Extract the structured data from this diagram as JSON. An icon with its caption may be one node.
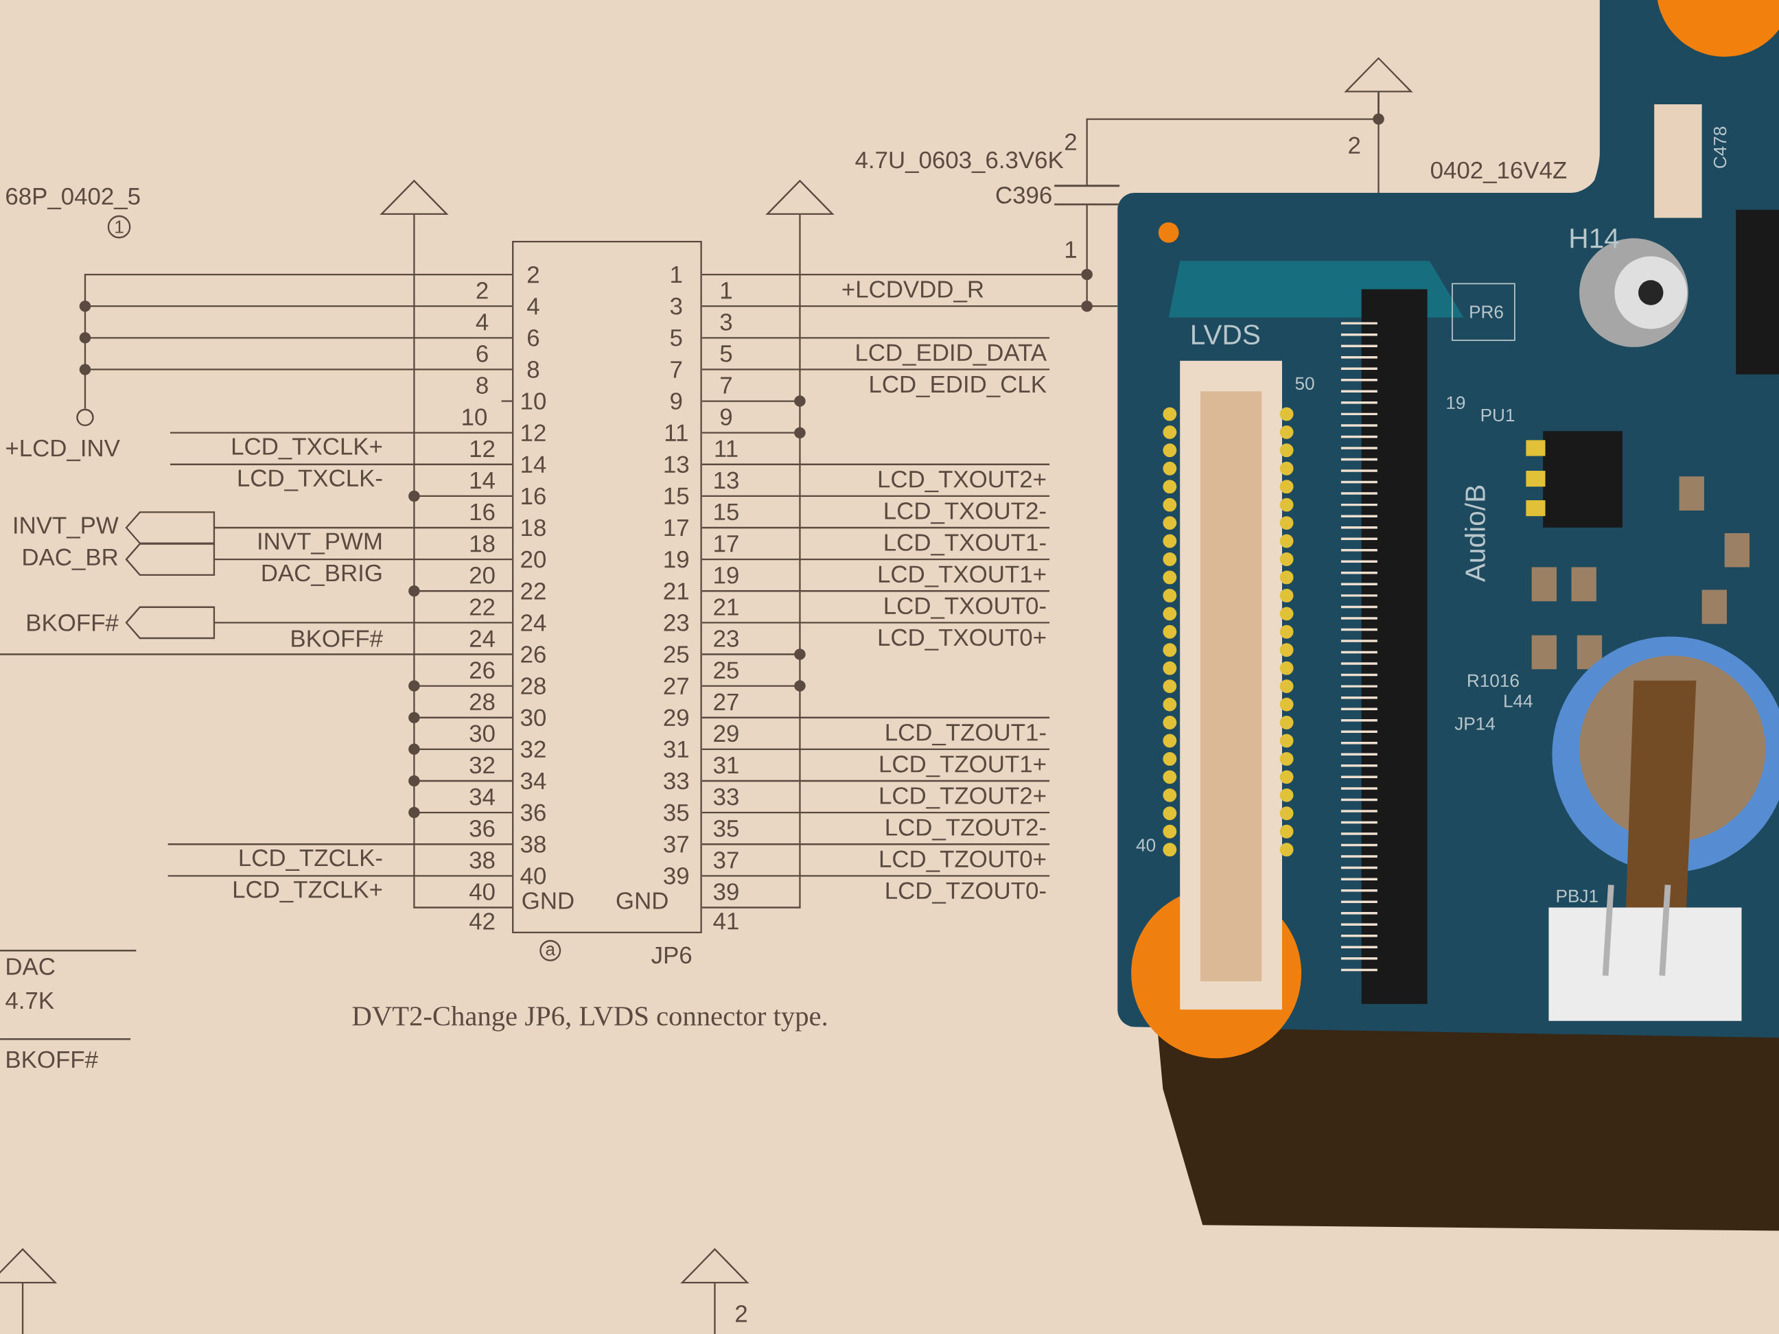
{
  "diagram": {
    "nodes": [
      {
        "text": [
          "JP6"
        ],
        "beside": [
          "a"
        ]
      },
      {
        "text": [],
        "shape": "triangle"
      },
      {
        "text": [],
        "shape": "triangle"
      },
      {
        "text": [
          "2",
          "4.7U_0603_6.3V6K",
          "C396",
          "1"
        ]
      },
      {
        "text": [],
        "shape": "triangle"
      },
      {
        "text": [
          "+LCD_INV"
        ]
      },
      {
        "text": [
          "INVT_PW"
        ]
      },
      {
        "text": [
          "DAC_BR"
        ]
      },
      {
        "text": [
          "BKOFF#"
        ]
      },
      {
        "text": [],
        "shape": "triangle"
      },
      {
        "text": [],
        "shape": "triangle"
      }
    ],
    "edges": [
      {
        "from": 0,
        "to": 3,
        "arrow": "none",
        "label": "+LCDVDD_R"
      },
      {
        "from": 0,
        "to": null,
        "arrow": "none"
      },
      {
        "from": 3,
        "to": 4,
        "arrow": "none"
      },
      {
        "from": 4,
        "to": null,
        "arrow": "none"
      },
      {
        "from": 1,
        "to": 0,
        "arrow": "none"
      },
      {
        "from": 2,
        "to": 0,
        "arrow": "none"
      },
      {
        "from": 5,
        "to": 0,
        "arrow": "none"
      },
      {
        "from": 0,
        "to": null,
        "arrow": "none",
        "label": "LCD_EDID_DATA"
      },
      {
        "from": 0,
        "to": null,
        "arrow": "none",
        "label": "LCD_EDID_CLK"
      },
      {
        "from": 0,
        "to": null,
        "arrow": "none",
        "label": "LCD_TXOUT2+"
      },
      {
        "from": 0,
        "to": null,
        "arrow": "none",
        "label": "LCD_TXOUT2-"
      },
      {
        "from": 0,
        "to": null,
        "arrow": "none",
        "label": "LCD_TXOUT1-"
      },
      {
        "from": 0,
        "to": null,
        "arrow": "none",
        "label": "LCD_TXOUT1+"
      },
      {
        "from": 0,
        "to": null,
        "arrow": "none",
        "label": "LCD_TXOUT0-"
      },
      {
        "from": 0,
        "to": null,
        "arrow": "none",
        "label": "LCD_TXOUT0+"
      },
      {
        "from": 0,
        "to": null,
        "arrow": "none",
        "label": "LCD_TZOUT1-"
      },
      {
        "from": 0,
        "to": null,
        "arrow": "none",
        "label": "LCD_TZOUT1+"
      },
      {
        "from": 0,
        "to": null,
        "arrow": "none",
        "label": "LCD_TZOUT2+"
      },
      {
        "from": 0,
        "to": null,
        "arrow": "none",
        "label": "LCD_TZOUT2-"
      },
      {
        "from": 0,
        "to": null,
        "arrow": "none",
        "label": "LCD_TZOUT0+"
      },
      {
        "from": 0,
        "to": null,
        "arrow": "none",
        "label": "LCD_TZOUT0-"
      },
      {
        "from": 0,
        "to": null,
        "arrow": "none"
      },
      {
        "from": 0,
        "to": null,
        "arrow": "none",
        "label": "LCD_TXCLK+"
      },
      {
        "from": 0,
        "to": null,
        "arrow": "none",
        "label": "LCD_TXCLK-"
      },
      {
        "from": 6,
        "to": 0,
        "arrow": "none",
        "label": "INVT_PWM"
      },
      {
        "from": 7,
        "to": 0,
        "arrow": "none",
        "label": "DAC_BRIG"
      },
      {
        "from": 8,
        "to": 0,
        "arrow": "none",
        "label": "BKOFF#"
      },
      {
        "from": 0,
        "to": null,
        "arrow": "none"
      },
      {
        "from": 0,
        "to": null,
        "arrow": "none",
        "label": "LCD_TZCLK-"
      },
      {
        "from": 0,
        "to": null,
        "arrow": "none",
        "label": "LCD_TZCLK+"
      },
      {
        "from": 9,
        "to": null,
        "arrow": "none"
      },
      {
        "from": 10,
        "to": null,
        "arrow": "none"
      }
    ],
    "labels": [
      "68P_0402_5",
      "1",
      "0402_16V4Z",
      "2",
      "2",
      "1",
      "1",
      "4",
      "4",
      "3",
      "3",
      "6",
      "6",
      "5",
      "5",
      "8",
      "8",
      "7",
      "7",
      "10",
      "10",
      "9",
      "9",
      "12",
      "12",
      "11",
      "11",
      "14",
      "14",
      "13",
      "13",
      "16",
      "16",
      "15",
      "15",
      "18",
      "18",
      "17",
      "17",
      "20",
      "20",
      "19",
      "19",
      "22",
      "22",
      "21",
      "21",
      "24",
      "24",
      "23",
      "23",
      "26",
      "26",
      "25",
      "25",
      "28",
      "28",
      "27",
      "27",
      "30",
      "30",
      "29",
      "29",
      "32",
      "32",
      "31",
      "31",
      "34",
      "34",
      "33",
      "33",
      "36",
      "36",
      "35",
      "35",
      "38",
      "38",
      "37",
      "37",
      "40",
      "40",
      "39",
      "39",
      "42",
      "GND",
      "GND",
      "41",
      "DVT2-Change JP6, LVDS connector type.",
      "DAC",
      "4.7K",
      "BKOFF#",
      "2",
      "LVDS",
      "50",
      "19",
      "Audio/B",
      "H14",
      "R1016",
      "L44",
      "JP14",
      "40",
      "2",
      "C478",
      "PR6",
      "PU1",
      "PBJ1"
    ]
  }
}
